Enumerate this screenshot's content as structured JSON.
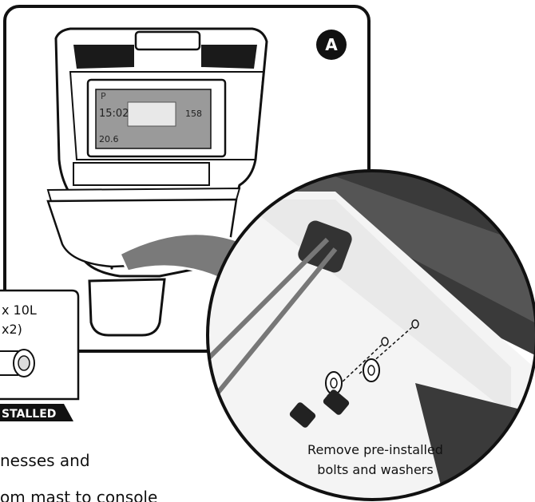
{
  "panel": {
    "badge_letter": "A"
  },
  "hardware_callout": {
    "bolt_spec": "x 10L",
    "quantity": "x2)",
    "installed_label": "STALLED"
  },
  "zoom_caption": {
    "line1": "Remove pre-installed",
    "line2": "bolts and washers"
  },
  "instruction_text": {
    "line1": "nesses and",
    "line2": "om mast to console"
  },
  "console_display": {
    "header": "P",
    "left_value": "15:02",
    "right_value": "158",
    "bottom_left": "20.6"
  },
  "colors": {
    "ink": "#111111",
    "arrow_gray": "#7a7a7a",
    "screen_gray": "#9a9a9a",
    "dark_panel": "#3a3a3a"
  }
}
